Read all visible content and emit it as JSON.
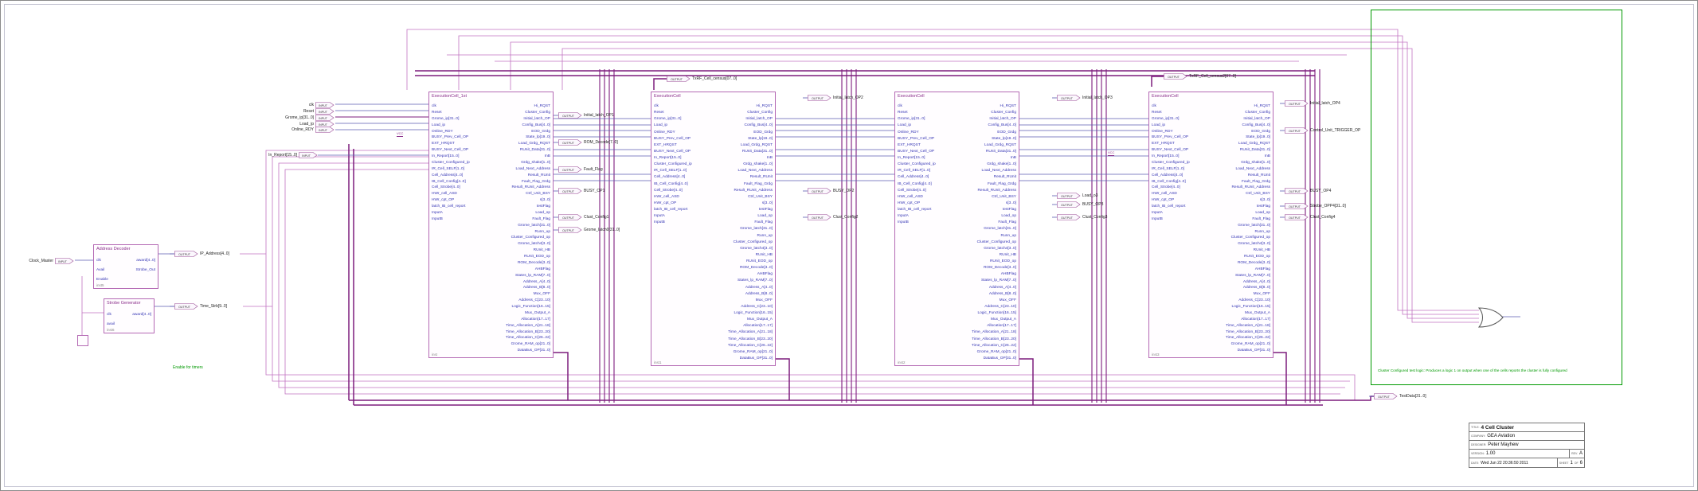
{
  "colors": {
    "block_border": "#b469b4",
    "block_fill": "#fffdff",
    "port_text": "#3434b4",
    "wire": "#c173c1",
    "net": "#5b5bb0",
    "bus": "#7d1d7d",
    "green": "#009900",
    "pin_border": "#9b4f96",
    "text": "#222222"
  },
  "symbols": {
    "input_tag": "INPUT",
    "output_tag": "OUTPUT",
    "vcc": "VCC"
  },
  "cell_ports": {
    "left": [
      "clk",
      "Reset",
      "Grome_ip[31..0]",
      "Load_ip",
      "Online_RDY",
      "BUSY_Prev_Cell_OP",
      "EXT_HRQST",
      "BUSY_Next_Cell_OP",
      "In_Report[15..0]",
      "Cluster_Configured_ip",
      "IR_Cell_SELF[1..0]",
      "Cell_Address[4..0]",
      "IB_Cell_Config[4..0]",
      "Cell_Strobe[4..0]",
      "HWr_cell_ASD",
      "HWr_cpt_OP",
      "latch_IB_cell_report",
      "InputA",
      "InputB"
    ],
    "right": [
      "Hi_RQST",
      "Cluster_Config",
      "Initial_latch_OP",
      "Config_Bus[4..0]",
      "EOD_Grdg",
      "State_lp[19..0]",
      "Load_Grdg_RQST",
      "RUnit_Data[31..0]",
      "InB",
      "Grdg_shake[1..0]",
      "Load_Next_Address",
      "Result_RUnit",
      "Fault_Flag_Grdg",
      "Result_RUnit_Address",
      "Ctrl_Unit_BSY",
      "s[3..0]",
      "testFlag",
      "Load_op",
      "Fault_Flag",
      "Grome_latch[31..0]",
      "Runn_up",
      "Cluster_Configured_op",
      "Grome_latch4[3..0]",
      "RUnit_HB",
      "RUnit_EOD_op",
      "ROM_Decode[3..0]",
      "AHBFlag",
      "States_lp_RAM[7..0]",
      "Address_A[4..0]",
      "Address_B[8..0]",
      "Mux_OFF",
      "Address_C[23..10]",
      "Logic_Function[16..15]",
      "Mux_Output_A",
      "Allocation[17..17]",
      "Time_Allocation_A[21..18]",
      "Time_Allocation_B[23..20]",
      "Time_Allocation_C[26..22]",
      "Grome_RAM_op[21..0]",
      "DataBus_OP[31..0]"
    ]
  },
  "cells": [
    {
      "type": "ExecutionCell_1st",
      "instance": "inst"
    },
    {
      "type": "ExecutionCell",
      "instance": "inst1"
    },
    {
      "type": "ExecutionCell",
      "instance": "inst2"
    },
    {
      "type": "ExecutionCell",
      "instance": "inst3"
    }
  ],
  "left_blocks": [
    {
      "type": "Address Decoder",
      "instance": "inst5",
      "left_ports": [
        "clk",
        "Avail",
        "Enable"
      ],
      "right_ports": [
        "award[4..0]",
        "Strobe_Out"
      ]
    },
    {
      "type": "Strobe Generator",
      "instance": "inst6",
      "left_ports": [
        "clk",
        "avail"
      ],
      "right_ports": [
        "award[4..0]"
      ]
    }
  ],
  "input_pins": [
    {
      "label": "clk"
    },
    {
      "label": "Reset"
    },
    {
      "label": "Grome_ip[31..0]"
    },
    {
      "label": "Load_ip"
    },
    {
      "label": "Online_RDY"
    },
    {
      "label": "In_Report[15..0]"
    },
    {
      "label": "Clock_Master"
    }
  ],
  "output_pins": [
    {
      "label": "TxRF_Cell_census[07..0]"
    },
    {
      "label": "TxRF_Cell_census2[07..0]"
    },
    {
      "label": "Initial_latch_OP1"
    },
    {
      "label": "ROM_Decode[7..0]"
    },
    {
      "label": "Fault_Flag"
    },
    {
      "label": "BUSY_OP1"
    },
    {
      "label": "Clust_Config1"
    },
    {
      "label": "Grome_latch0[31..0]"
    },
    {
      "label": "IP_Address[4..0]"
    },
    {
      "label": "Time_Strb[9..0]"
    },
    {
      "label": "Initial_latch_OP2"
    },
    {
      "label": "BUSY_OP2"
    },
    {
      "label": "Clust_Config2"
    },
    {
      "label": "Initial_latch_OP3"
    },
    {
      "label": "Load_o3"
    },
    {
      "label": "BUSY_OP3"
    },
    {
      "label": "Clust_Config3"
    },
    {
      "label": "Initial_latch_OP4"
    },
    {
      "label": "Control_Unit_TRIGGER_OP"
    },
    {
      "label": "BUSY_OP4"
    },
    {
      "label": "Strobe_OPP4[31..0]"
    },
    {
      "label": "Clust_Config4"
    },
    {
      "label": "TestData[31..0]"
    }
  ],
  "annotations": {
    "enable_note": "Enable for timers",
    "cluster_note": "Cluster Configured test logic:  Produces a logic 1 on output when one of the cells reports the cluster is fully configured"
  },
  "title_block": {
    "title_label": "TITLE:",
    "title": "4 Cell Cluster",
    "company_label": "COMPANY:",
    "company": "GEA Aviation",
    "designer_label": "DESIGNER:",
    "designer": "Peter Mayhew",
    "version_label": "VERSION:",
    "version": "1.00",
    "rev_label": "REV.",
    "rev": "A",
    "date_label": "DATE:",
    "date": "Wed Jun 22 20:36:50 2011",
    "sheet_label": "SHEET",
    "sheet": "1",
    "of_label": "OF",
    "sheets_total": "6"
  }
}
